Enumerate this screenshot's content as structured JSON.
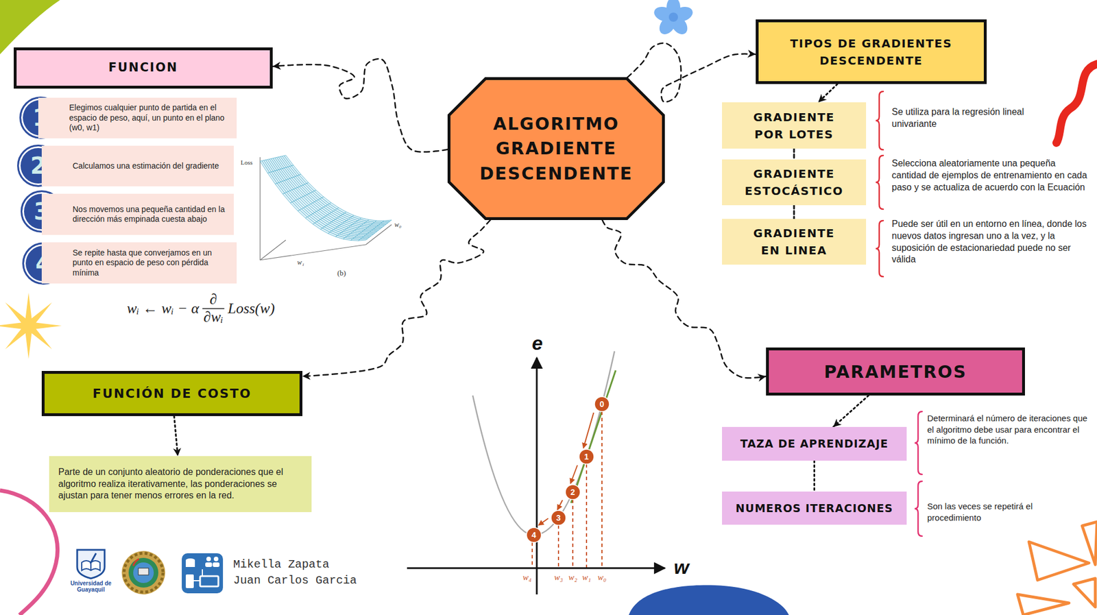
{
  "diagram": {
    "nodes": [
      {
        "text": [
          "ALGORITMO GRADIENTE DESCENDENTE"
        ]
      },
      {
        "text": [
          "FUNCION"
        ]
      },
      {
        "text": [
          "1"
        ]
      },
      {
        "text": [
          "Elegimos cualquier punto de partida en el espacio de peso, aquí, un punto en el plano (w0, w1)"
        ]
      },
      {
        "text": [
          "2"
        ]
      },
      {
        "text": [
          "Calculamos una estimación del gradiente"
        ]
      },
      {
        "text": [
          "3"
        ]
      },
      {
        "text": [
          "Nos movemos una pequeña cantidad en la dirección más empinada cuesta abajo"
        ]
      },
      {
        "text": [
          "4"
        ]
      },
      {
        "text": [
          "Se repite hasta que converjamos en un punto en espacio de peso con pérdida mínima"
        ]
      },
      {
        "text": [
          "FUNCIÓN DE COSTO"
        ]
      },
      {
        "text": [
          "Parte de un conjunto aleatorio de ponderaciones que el algoritmo realiza iterativamente, las ponderaciones se ajustan para tener menos errores en la red."
        ]
      },
      {
        "text": [
          "TIPOS DE GRADIENTES DESCENDENTE"
        ]
      },
      {
        "text": [
          "GRADIENTE POR LOTES"
        ]
      },
      {
        "text": [
          "GRADIENTE ESTOCÁSTICO"
        ]
      },
      {
        "text": [
          "GRADIENTE EN LINEA"
        ]
      },
      {
        "text": [
          "PARAMETROS"
        ]
      },
      {
        "text": [
          "TAZA DE APRENDIZAJE"
        ]
      },
      {
        "text": [
          "NUMEROS ITERACIONES"
        ]
      }
    ],
    "edges": [
      {
        "from": 0,
        "to": 1,
        "arrow": "to"
      },
      {
        "from": 0,
        "to": 12,
        "arrow": "to"
      },
      {
        "from": 0,
        "to": 10,
        "arrow": "to"
      },
      {
        "from": 0,
        "to": 16,
        "arrow": "to"
      },
      {
        "from": 10,
        "to": 11,
        "arrow": "to"
      },
      {
        "from": 12,
        "to": 13,
        "arrow": "to"
      },
      {
        "from": 13,
        "to": 14,
        "arrow": "none"
      },
      {
        "from": 14,
        "to": 15,
        "arrow": "none"
      },
      {
        "from": 16,
        "to": 17,
        "arrow": "to"
      },
      {
        "from": 17,
        "to": 18,
        "arrow": "none"
      }
    ],
    "labels": [
      "Loss",
      "w₀",
      "w₁",
      "(b)",
      "wᵢ ← wᵢ − α",
      "∂",
      "∂wᵢ",
      "Loss(w)",
      "e",
      "w",
      "0",
      "1",
      "2",
      "3",
      "4",
      "w₄",
      "w₃",
      "w₂",
      "w₁",
      "w₀",
      "Universidad de Guayaquil",
      "Mikella Zapata",
      "Juan Carlos Garcia",
      "Se utiliza para la regresión lineal univariante",
      "Selecciona aleatoriamente una pequeña cantidad de ejemplos de entrenamiento en cada paso y se actualiza de acuerdo con la Ecuación",
      "Puede ser útil en un entorno en línea, donde los nuevos datos ingresan uno a la vez, y la suposición de estacionariedad puede no ser válida",
      "Determinará el número de iteraciones que el algoritmo debe usar para encontrar el mínimo de la función.",
      "Son las veces se repetirá el procedimiento"
    ]
  }
}
